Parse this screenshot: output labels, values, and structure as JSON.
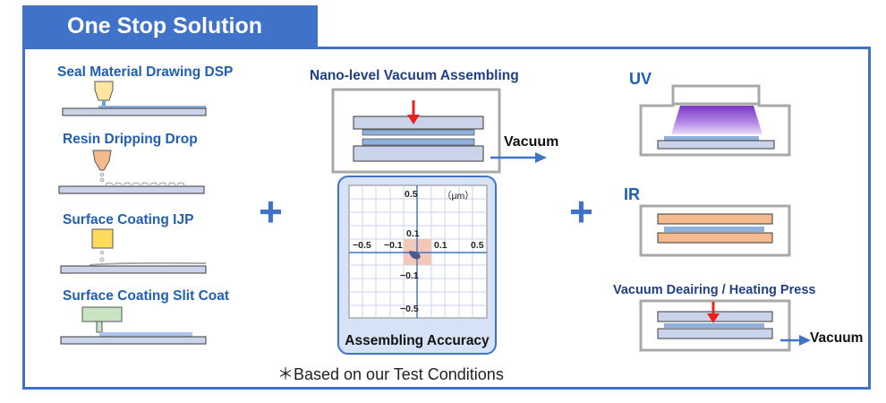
{
  "header": {
    "title": "One Stop Solution"
  },
  "left_steps": [
    {
      "label": "Seal Material Drawing  DSP"
    },
    {
      "label": "Resin Dripping   Drop"
    },
    {
      "label": "Surface Coating   IJP"
    },
    {
      "label": "Surface Coating   Slit Coat"
    }
  ],
  "center": {
    "title": "Nano-level Vacuum Assembling",
    "vacuum_label": "Vacuum",
    "accuracy_title": "Assembling Accuracy",
    "accuracy_unit": "（μm）",
    "ticks": {
      "x_neg05": "−0.5",
      "x_neg01": "−0.1",
      "x_pos01": "0.1",
      "x_pos05": "0.5",
      "y_pos05": "0.5",
      "y_pos01": "0.1",
      "y_neg01": "−0.1",
      "y_neg05": "−0.5"
    }
  },
  "right": {
    "uv_label": "UV",
    "ir_label": "IR",
    "press_label": "Vacuum Deairing / Heating Press",
    "vacuum_label": "Vacuum"
  },
  "plus_symbol": "+",
  "footnote": "＊Based on our Test Conditions",
  "colors": {
    "accent": "#3f72c8",
    "substrate": "#c9d3ea",
    "layer": "#8fb0dc",
    "ir_layer": "#f4b98c",
    "arrow_red": "#e8231f",
    "uv_violet": "#8a3fd1"
  }
}
